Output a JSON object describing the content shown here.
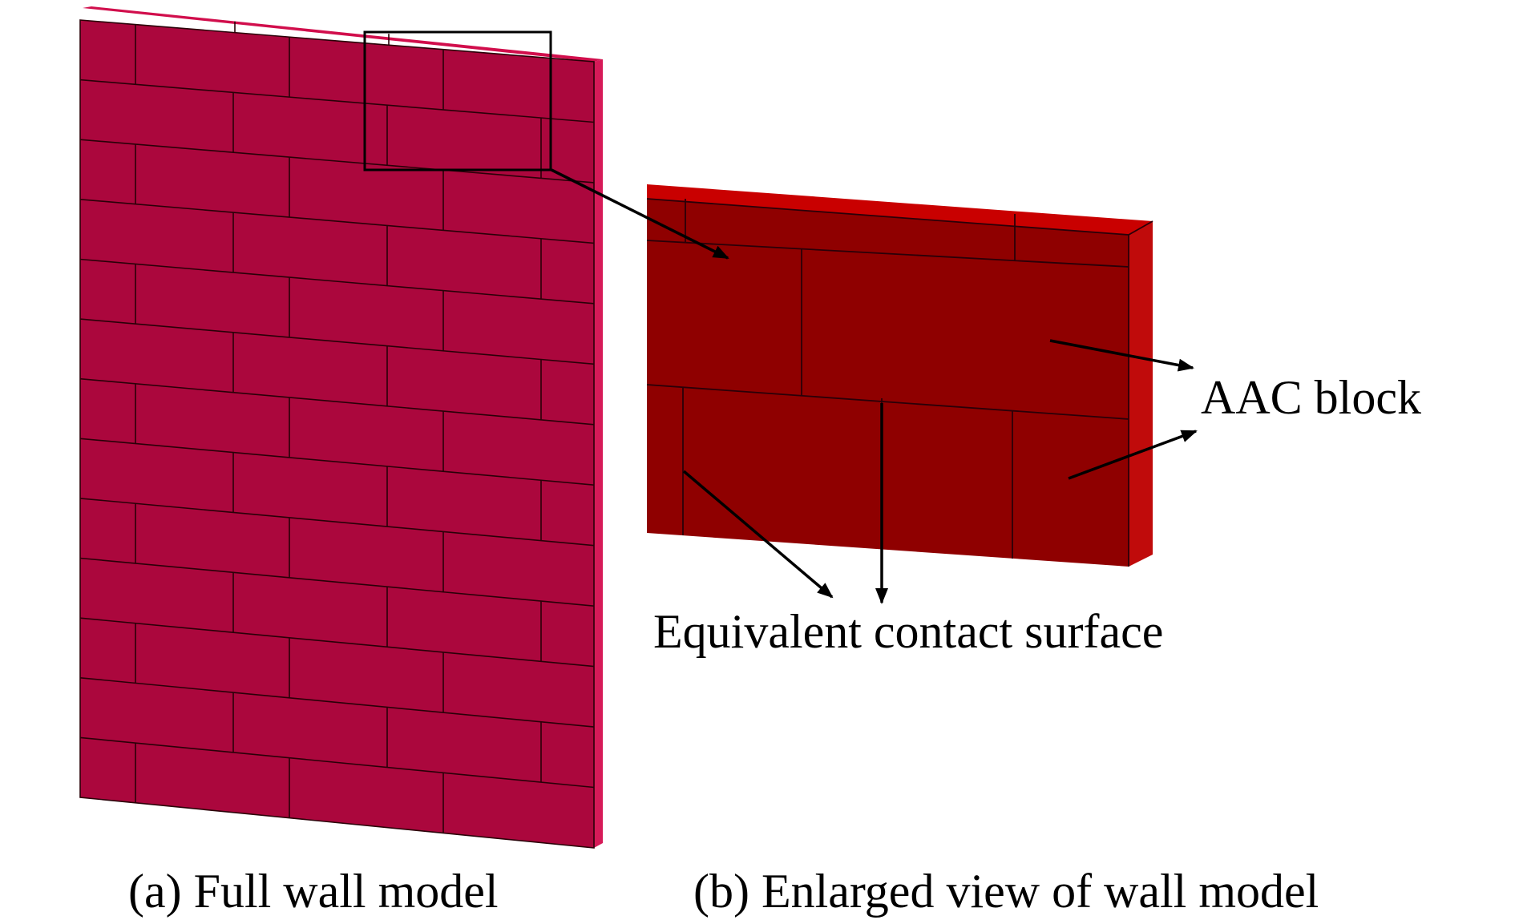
{
  "labels": {
    "aac_block": "AAC block",
    "contact_surface": "Equivalent contact surface"
  },
  "captions": {
    "a": "(a) Full wall model",
    "b": "(b) Enlarged view of wall model"
  },
  "colors": {
    "full_wall_face": "#ab073d",
    "full_wall_top": "#d10e4c",
    "full_wall_side": "#d61a58",
    "enlarged_face": "#8f0000",
    "enlarged_top": "#c90000",
    "enlarged_side": "#c00b0b",
    "mortar_line": "#2a0008",
    "highlight_box": "#000000",
    "arrow": "#000000",
    "background": "#ffffff"
  }
}
